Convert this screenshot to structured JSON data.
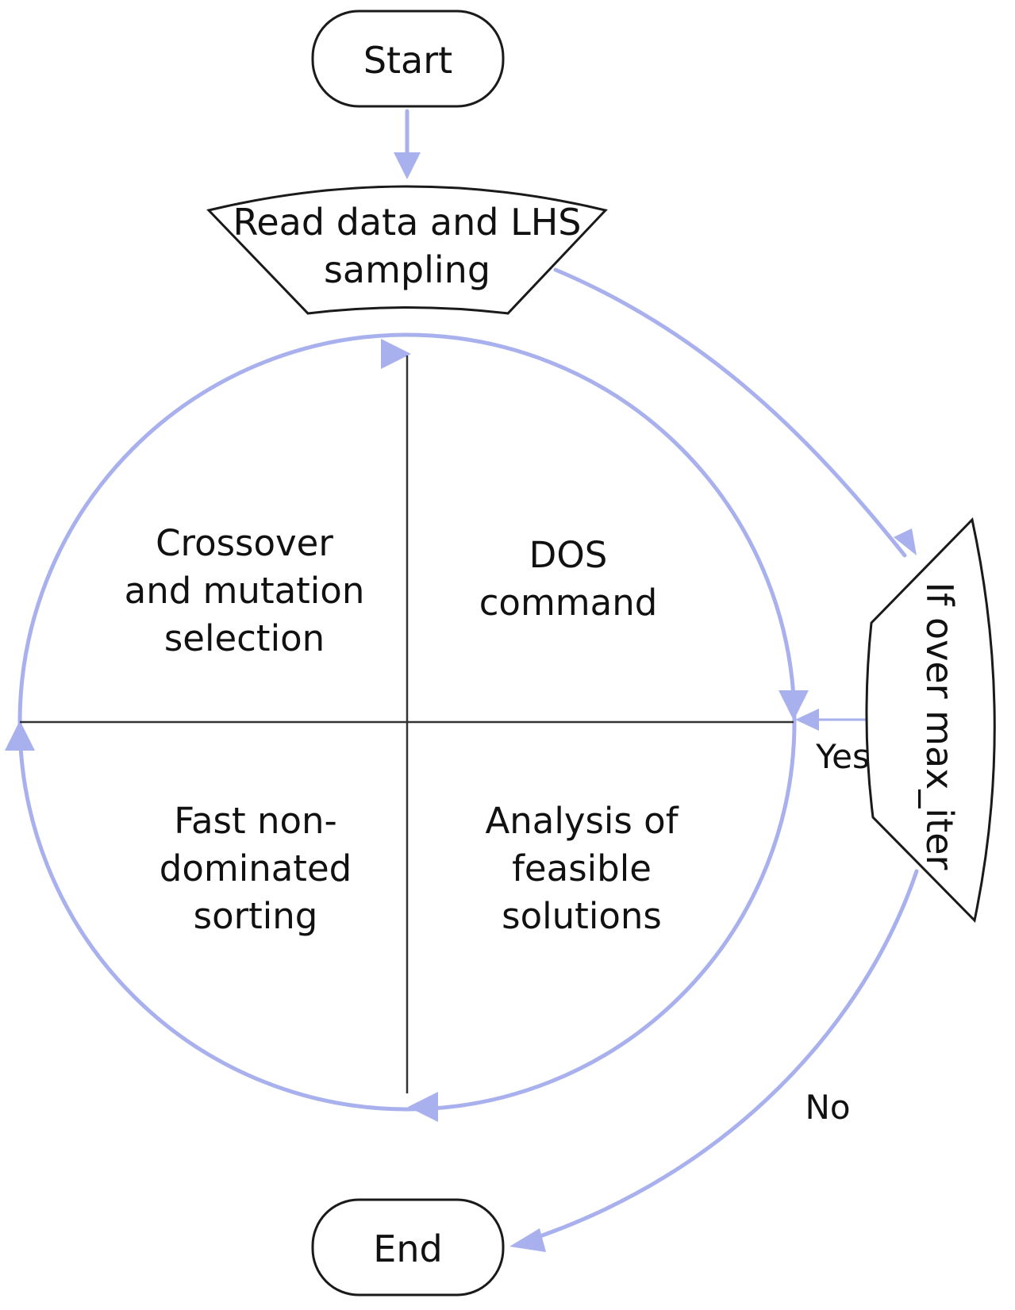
{
  "diagram": {
    "colors": {
      "arrow": "#a8b1ee",
      "stroke": "#1a1a1a",
      "background": "#ffffff"
    },
    "nodes": {
      "start": {
        "label": "Start"
      },
      "read": {
        "lines": [
          "Read data and LHS",
          "sampling"
        ]
      },
      "decision": {
        "label": "If over max_iter"
      },
      "end": {
        "label": "End"
      }
    },
    "quadrants": {
      "top_left": {
        "lines": [
          "Crossover",
          "and mutation",
          "selection"
        ]
      },
      "top_right": {
        "lines": [
          "DOS",
          "command"
        ]
      },
      "bottom_left": {
        "lines": [
          "Fast non-",
          "dominated",
          "sorting"
        ]
      },
      "bottom_right": {
        "lines": [
          "Analysis of",
          "feasible",
          "solutions"
        ]
      }
    },
    "edges": {
      "yes_label": "Yes",
      "no_label": "No"
    }
  }
}
